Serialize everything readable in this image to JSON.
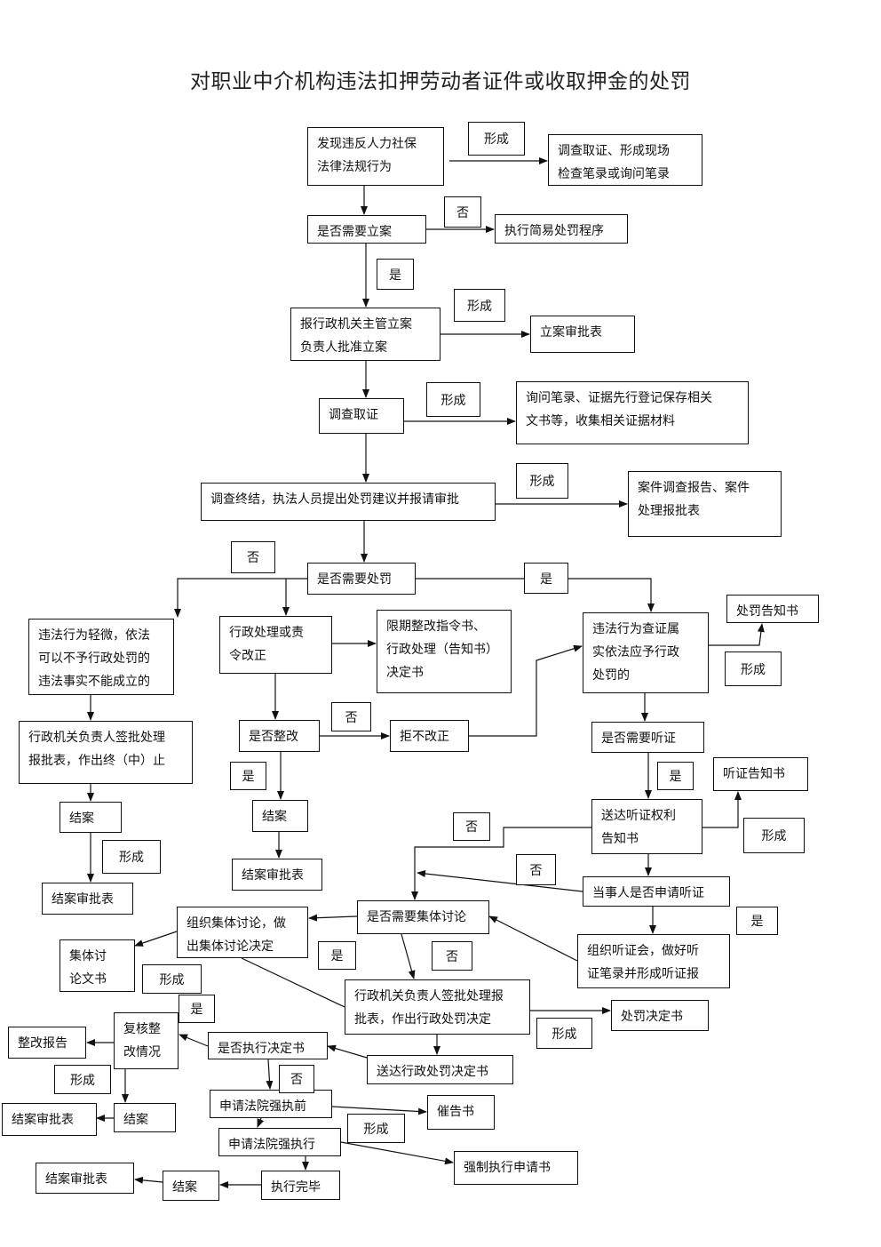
{
  "title": "对职业中介机构违法扣押劳动者证件或收取押金的处罚",
  "colors": {
    "line": "#111111",
    "background": "#ffffff"
  },
  "nodes": {
    "discover": "发现违反人力社保\n法律法规行为",
    "survey_record": "调查取证、形成现场\n检查笔录或询问笔录",
    "need_filing": "是否需要立案",
    "simple_procedure": "执行简易处罚程序",
    "report_approve": "报行政机关主管立案\n负责人批准立案",
    "filing_form": "立案审批表",
    "investigate": "调查取证",
    "evidence_docs": "询问笔录、证据先行登记保存相关\n文书等，收集相关证据材料",
    "conclude_propose": "调查终结，执法人员提出处罚建议并报请审批",
    "case_report": "案件调查报告、案件\n处理报批表",
    "need_penalty": "是否需要处罚",
    "minor_violation": "违法行为轻微，依法\n可以不予行政处罚的\n违法事实不能成立的",
    "admin_correct": "行政处理或责\n令改正",
    "rectify_order": "限期整改指令书、\n行政处理（告知书）\n决定书",
    "verified_penalty": "违法行为查证属\n实依法应予行政\n处罚的",
    "penalty_notice": "处罚告知书",
    "sign_terminate": "行政机关负责人签批处理\n报批表，作出终（中）止",
    "is_rectified": "是否整改",
    "refuse_rectify": "拒不改正",
    "need_hearing": "是否需要听证",
    "hearing_notice": "听证告知书",
    "close_left": "结案",
    "close_mid": "结案",
    "deliver_hearing_rights": "送达听证权利\n告知书",
    "approval_left": "结案审批表",
    "approval_mid": "结案审批表",
    "party_apply_hearing": "当事人是否申请听证",
    "group_discuss": "组织集体讨论，做\n出集体讨论决定",
    "need_group": "是否需要集体讨论",
    "group_doc": "集体讨\n论文书",
    "hold_hearing": "组织听证会，做好听\n证笔录并形成听证报",
    "sign_penalty_decision": "行政机关负责人签批处理报\n批表，作出行政处罚决定",
    "penalty_decision": "处罚决定书",
    "review_rectify": "复核整\n改情况",
    "rectify_report": "整改报告",
    "execute_decision": "是否执行决定书",
    "deliver_decision": "送达行政处罚决定书",
    "before_enforce": "申请法院强执前",
    "urge_notice": "催告书",
    "approval_bottom_left": "结案审批表",
    "close_bottom_left": "结案",
    "apply_enforce": "申请法院强执行",
    "enforce_application": "强制执行申请书",
    "approval_bottom": "结案审批表",
    "close_bottom": "结案",
    "exec_complete": "执行完毕"
  },
  "labels": {
    "form_1": "形成",
    "no_1": "否",
    "yes_1": "是",
    "form_2": "形成",
    "form_3": "形成",
    "form_4": "形成",
    "no_2": "否",
    "yes_2": "是",
    "form_5": "形成",
    "no_3": "否",
    "yes_3": "是",
    "yes_4": "是",
    "form_6": "形成",
    "form_7": "形成",
    "no_4": "否",
    "no_5": "否",
    "yes_5": "是",
    "yes_6": "是",
    "no_6": "否",
    "form_8": "形成",
    "yes_7": "是",
    "form_9": "形成",
    "form_10": "形成",
    "no_7": "否",
    "form_11": "形成"
  }
}
